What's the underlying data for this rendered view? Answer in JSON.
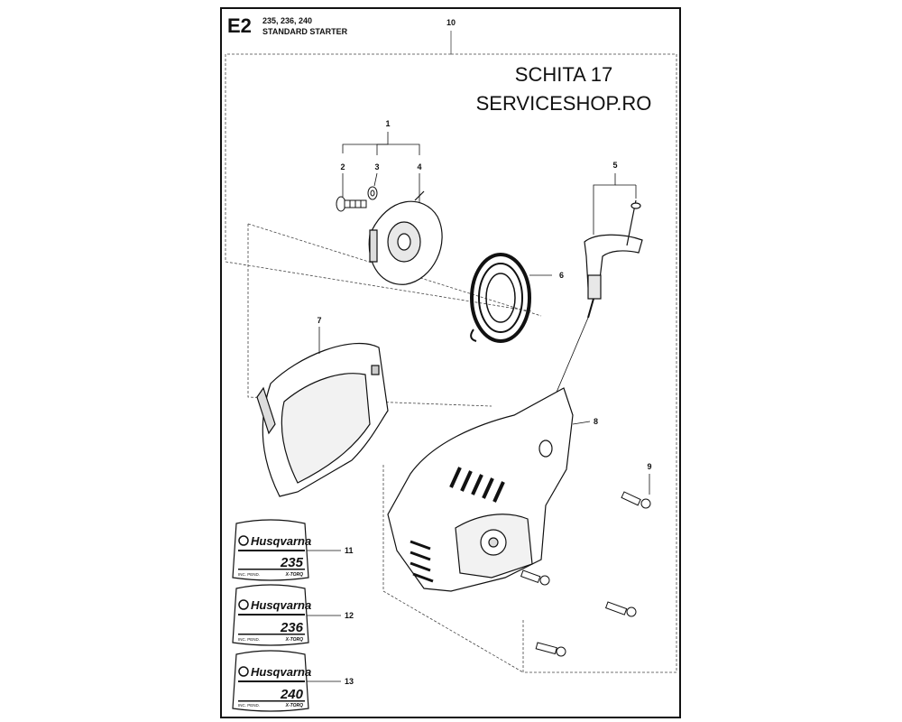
{
  "header": {
    "code": "E2",
    "models": "235, 236, 240",
    "title": "STANDARD STARTER"
  },
  "watermark": {
    "line1": "SCHITA 17",
    "line2": "SERVICESHOP.RO"
  },
  "callouts": {
    "c1": "1",
    "c2": "2",
    "c3": "3",
    "c4": "4",
    "c5": "5",
    "c6": "6",
    "c7": "7",
    "c8": "8",
    "c9": "9",
    "c10": "10",
    "c11": "11",
    "c12": "12",
    "c13": "13"
  },
  "decals": [
    {
      "brand": "Husqvarna",
      "model": "235",
      "small_left": "INC. PEND.",
      "small_right": "X-TORQ"
    },
    {
      "brand": "Husqvarna",
      "model": "236",
      "small_left": "INC. PEND.",
      "small_right": "X-TORQ"
    },
    {
      "brand": "Husqvarna",
      "model": "240",
      "small_left": "INC. PEND.",
      "small_right": "X-TORQ"
    }
  ]
}
